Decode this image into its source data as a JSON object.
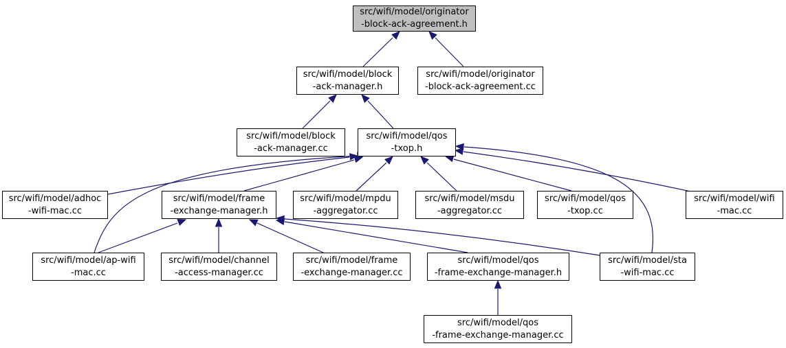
{
  "colors": {
    "edge": "#191970",
    "root_fill": "#bfbfbf",
    "node_fill": "#ffffff",
    "border": "#000000"
  },
  "nodes": {
    "originator_h": {
      "line1": "src/wifi/model/originator",
      "line2": "-block-ack-agreement.h"
    },
    "bam_h": {
      "line1": "src/wifi/model/block",
      "line2": "-ack-manager.h"
    },
    "originator_cc": {
      "line1": "src/wifi/model/originator",
      "line2": "-block-ack-agreement.cc"
    },
    "bam_cc": {
      "line1": "src/wifi/model/block",
      "line2": "-ack-manager.cc"
    },
    "qos_txop_h": {
      "line1": "src/wifi/model/qos",
      "line2": "-txop.h"
    },
    "adhoc_cc": {
      "line1": "src/wifi/model/adhoc",
      "line2": "-wifi-mac.cc"
    },
    "fem_h": {
      "line1": "src/wifi/model/frame",
      "line2": "-exchange-manager.h"
    },
    "mpdu_cc": {
      "line1": "src/wifi/model/mpdu",
      "line2": "-aggregator.cc"
    },
    "msdu_cc": {
      "line1": "src/wifi/model/msdu",
      "line2": "-aggregator.cc"
    },
    "qos_txop_cc": {
      "line1": "src/wifi/model/qos",
      "line2": "-txop.cc"
    },
    "wifi_mac_cc": {
      "line1": "src/wifi/model/wifi",
      "line2": "-mac.cc"
    },
    "ap_cc": {
      "line1": "src/wifi/model/ap-wifi",
      "line2": "-mac.cc"
    },
    "cam_cc": {
      "line1": "src/wifi/model/channel",
      "line2": "-access-manager.cc"
    },
    "fem_cc": {
      "line1": "src/wifi/model/frame",
      "line2": "-exchange-manager.cc"
    },
    "qfem_h": {
      "line1": "src/wifi/model/qos",
      "line2": "-frame-exchange-manager.h"
    },
    "sta_cc": {
      "line1": "src/wifi/model/sta",
      "line2": "-wifi-mac.cc"
    },
    "qfem_cc": {
      "line1": "src/wifi/model/qos",
      "line2": "-frame-exchange-manager.cc"
    }
  },
  "edges": [
    {
      "from": "bam_h",
      "to": "originator_h"
    },
    {
      "from": "originator_cc",
      "to": "originator_h"
    },
    {
      "from": "bam_cc",
      "to": "bam_h"
    },
    {
      "from": "qos_txop_h",
      "to": "bam_h"
    },
    {
      "from": "adhoc_cc",
      "to": "qos_txop_h"
    },
    {
      "from": "fem_h",
      "to": "qos_txop_h"
    },
    {
      "from": "mpdu_cc",
      "to": "qos_txop_h"
    },
    {
      "from": "msdu_cc",
      "to": "qos_txop_h"
    },
    {
      "from": "qos_txop_cc",
      "to": "qos_txop_h"
    },
    {
      "from": "wifi_mac_cc",
      "to": "qos_txop_h"
    },
    {
      "from": "ap_cc",
      "to": "qos_txop_h"
    },
    {
      "from": "sta_cc",
      "to": "qos_txop_h"
    },
    {
      "from": "ap_cc",
      "to": "fem_h"
    },
    {
      "from": "cam_cc",
      "to": "fem_h"
    },
    {
      "from": "fem_cc",
      "to": "fem_h"
    },
    {
      "from": "qfem_h",
      "to": "fem_h"
    },
    {
      "from": "sta_cc",
      "to": "fem_h"
    },
    {
      "from": "qfem_cc",
      "to": "qfem_h"
    }
  ]
}
